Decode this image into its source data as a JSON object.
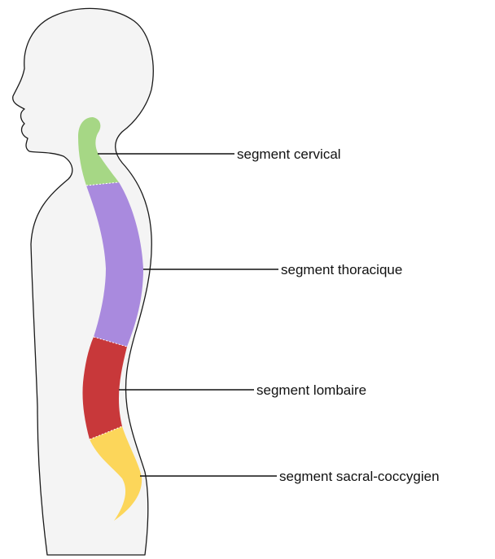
{
  "colors": {
    "body_fill": "#f4f4f4",
    "outline": "#1a1a1a",
    "background": "#ffffff"
  },
  "segments": [
    {
      "id": "cervical",
      "label": "segment cervical",
      "color": "#a6d785"
    },
    {
      "id": "thoracique",
      "label": "segment thoracique",
      "color": "#a98ade"
    },
    {
      "id": "lombaire",
      "label": "segment lombaire",
      "color": "#c8383a"
    },
    {
      "id": "sacral",
      "label": "segment sacral-coccygien",
      "color": "#fcd65a"
    }
  ]
}
